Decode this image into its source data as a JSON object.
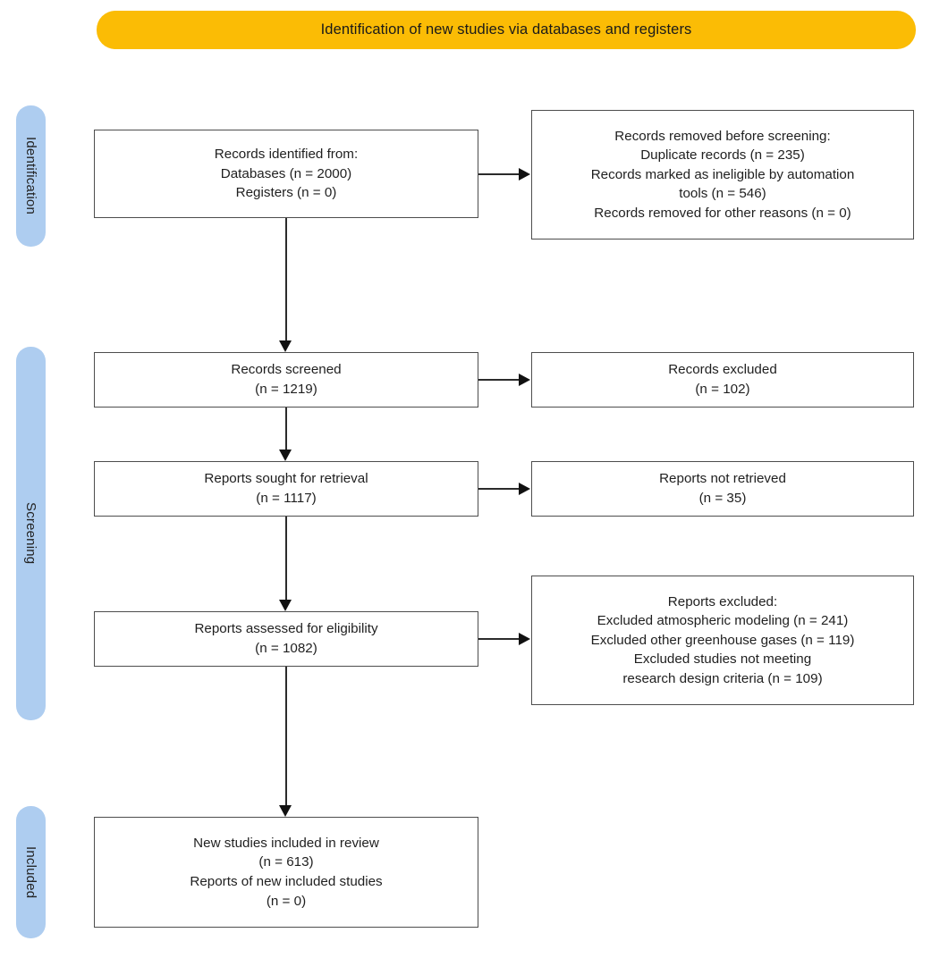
{
  "banner": {
    "title": "Identification of new studies via databases and registers",
    "color": "#fbbc05"
  },
  "stages": {
    "color": "#aecdf0",
    "identification": "Identification",
    "screening": "Screening",
    "included": "Included"
  },
  "boxes": {
    "identified": "Records identified from:\nDatabases (n = 2000)\nRegisters (n = 0)",
    "removed": "Records removed before screening:\nDuplicate records (n = 235)\nRecords marked as ineligible by automation\ntools (n = 546)\nRecords removed for other reasons (n = 0)",
    "screened": "Records screened\n(n = 1219)",
    "excluded": "Records excluded\n(n = 102)",
    "sought": "Reports sought for retrieval\n(n = 1117)",
    "not_retrieved": "Reports not retrieved\n(n = 35)",
    "assessed": "Reports assessed for eligibility\n(n = 1082)",
    "reports_excluded": "Reports excluded:\nExcluded atmospheric modeling (n = 241)\nExcluded other greenhouse gases (n = 119)\nExcluded studies not meeting\nresearch design criteria (n = 109)",
    "included": "New studies included in review\n(n = 613)\nReports of new included studies\n(n = 0)"
  },
  "chart_data": {
    "type": "diagram",
    "title": "Identification of new studies via databases and registers",
    "nodes": [
      {
        "id": "identified",
        "stage": "Identification",
        "column": "left",
        "label": "Records identified from:",
        "counts": {
          "Databases": 2000,
          "Registers": 0
        }
      },
      {
        "id": "removed",
        "stage": "Identification",
        "column": "right",
        "label": "Records removed before screening:",
        "counts": {
          "Duplicate records": 235,
          "Records marked as ineligible by automation tools": 546,
          "Records removed for other reasons": 0
        }
      },
      {
        "id": "screened",
        "stage": "Screening",
        "column": "left",
        "label": "Records screened",
        "n": 1219
      },
      {
        "id": "excluded",
        "stage": "Screening",
        "column": "right",
        "label": "Records excluded",
        "n": 102
      },
      {
        "id": "sought",
        "stage": "Screening",
        "column": "left",
        "label": "Reports sought for retrieval",
        "n": 1117
      },
      {
        "id": "not_retrieved",
        "stage": "Screening",
        "column": "right",
        "label": "Reports not retrieved",
        "n": 35
      },
      {
        "id": "assessed",
        "stage": "Screening",
        "column": "left",
        "label": "Reports assessed for eligibility",
        "n": 1082
      },
      {
        "id": "reports_excluded",
        "stage": "Screening",
        "column": "right",
        "label": "Reports excluded:",
        "counts": {
          "Excluded atmospheric modeling": 241,
          "Excluded other greenhouse gases": 119,
          "Excluded studies not meeting research design criteria": 109
        }
      },
      {
        "id": "included",
        "stage": "Included",
        "column": "left",
        "label": "New studies included in review",
        "counts": {
          "New studies included in review": 613,
          "Reports of new included studies": 0
        }
      }
    ],
    "edges": [
      {
        "from": "identified",
        "to": "removed",
        "direction": "right"
      },
      {
        "from": "identified",
        "to": "screened",
        "direction": "down"
      },
      {
        "from": "screened",
        "to": "excluded",
        "direction": "right"
      },
      {
        "from": "screened",
        "to": "sought",
        "direction": "down"
      },
      {
        "from": "sought",
        "to": "not_retrieved",
        "direction": "right"
      },
      {
        "from": "sought",
        "to": "assessed",
        "direction": "down"
      },
      {
        "from": "assessed",
        "to": "reports_excluded",
        "direction": "right"
      },
      {
        "from": "assessed",
        "to": "included",
        "direction": "down"
      }
    ]
  }
}
